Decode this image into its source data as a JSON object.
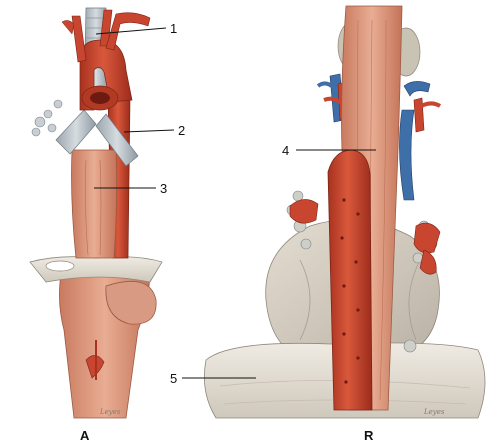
{
  "figure": {
    "panels": [
      {
        "id": "A",
        "label": "A"
      },
      {
        "id": "B",
        "label": "R"
      }
    ],
    "labels": [
      {
        "id": 1,
        "text": "1"
      },
      {
        "id": 2,
        "text": "2"
      },
      {
        "id": 3,
        "text": "3"
      },
      {
        "id": 4,
        "text": "4"
      },
      {
        "id": 5,
        "text": "5"
      }
    ],
    "signatures": [
      "Leyes",
      "Leyes"
    ],
    "colors": {
      "artery": "#c8452f",
      "vein": "#3f6fa8",
      "muscle": "#dc9a80",
      "trachea": "#b9c2c9",
      "tissue": "#d9d2c6",
      "diaphragm": "#e6e1d6",
      "ink": "#111111"
    }
  }
}
